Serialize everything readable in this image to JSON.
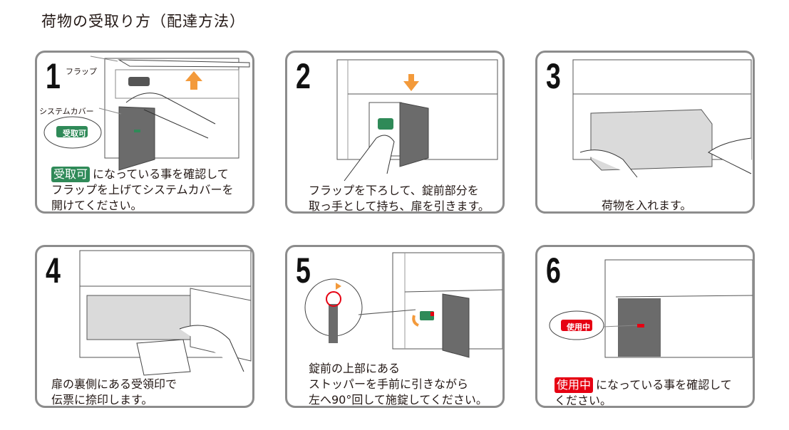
{
  "title": "荷物の受取り方（配達方法）",
  "colors": {
    "green": "#2f8a58",
    "red": "#e60012",
    "orange": "#f39a3b",
    "border": "#8c8c8c",
    "cover": "#6b6b6b"
  },
  "steps": [
    {
      "number": "1",
      "badge": "受取可",
      "caption": "になっている事を確認して\nフラップを上げてシステムカバーを\n開けてください。",
      "label_flap": "フラップ",
      "label_cover": "システムカバー",
      "callout": "受取可"
    },
    {
      "number": "2",
      "caption": "フラップを下ろして、錠前部分を\n取っ手として持ち、扉を引きます。"
    },
    {
      "number": "3",
      "caption": "荷物を入れます。"
    },
    {
      "number": "4",
      "caption": "扉の裏側にある受領印で\n伝票に捺印します。"
    },
    {
      "number": "5",
      "caption": "錠前の上部にある\nストッパーを手前に引きながら\n左へ90°回して施錠してください。"
    },
    {
      "number": "6",
      "badge": "使用中",
      "caption": "になっている事を確認して\nください。",
      "callout": "使用中"
    }
  ]
}
